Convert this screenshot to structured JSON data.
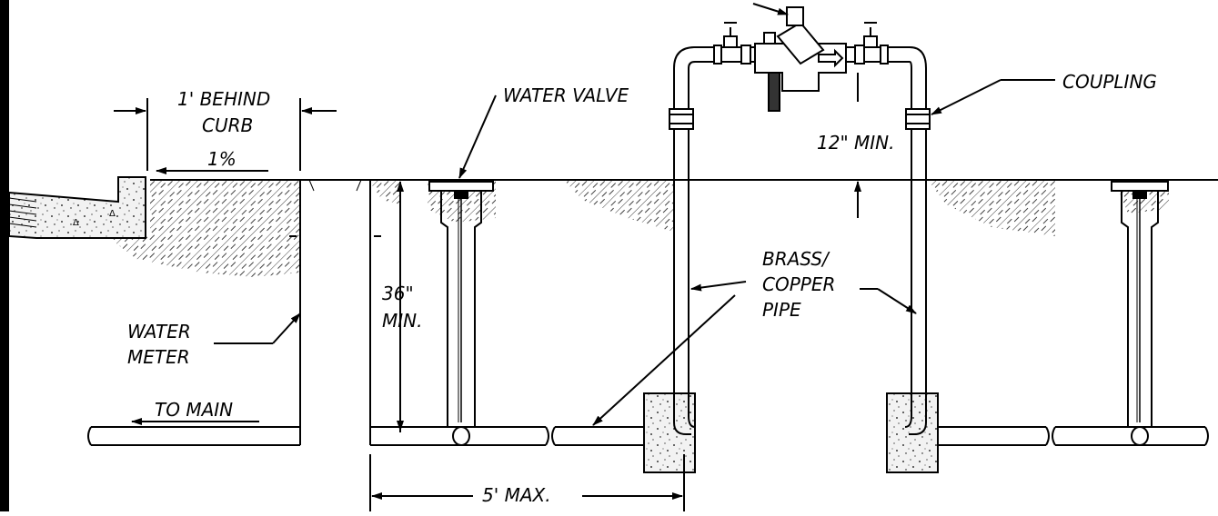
{
  "labels": {
    "behind_curb_line1": "1' BEHIND",
    "behind_curb_line2": "CURB",
    "slope": "1%",
    "water_valve": "WATER VALVE",
    "coupling": "COUPLING",
    "twelve_min": "12\" MIN.",
    "thirtysix": "36\"",
    "min": "MIN.",
    "water_meter_line1": "WATER",
    "water_meter_line2": "METER",
    "to_main": "TO MAIN",
    "brass_line1": "BRASS/",
    "brass_line2": "COPPER",
    "brass_line3": "PIPE",
    "five_max": "5' MAX."
  },
  "colors": {
    "line": "#000000",
    "background": "#ffffff",
    "concrete_fill": "#f0f0f0"
  }
}
